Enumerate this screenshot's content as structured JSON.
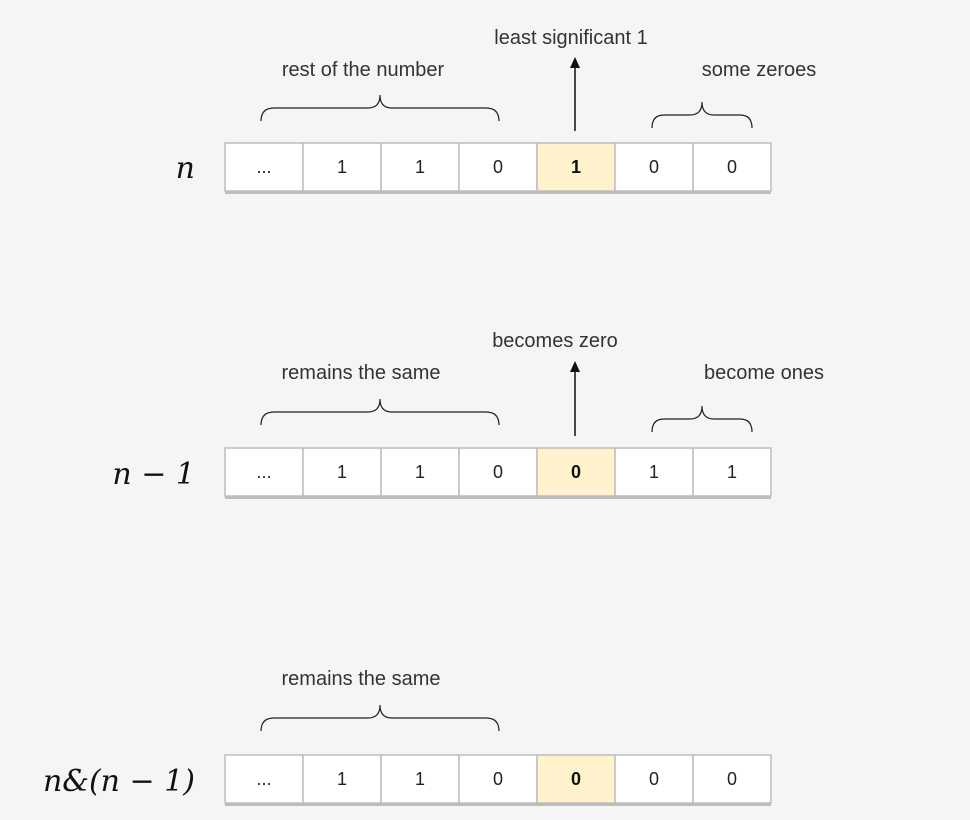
{
  "rows": [
    {
      "id": "n",
      "label": "n",
      "cells": [
        "...",
        "1",
        "1",
        "0",
        "1",
        "0",
        "0"
      ],
      "highlight_index": 4,
      "annotations": {
        "left_brace": "rest of the number",
        "arrow": "least significant 1",
        "right_brace": "some zeroes"
      }
    },
    {
      "id": "n-minus-1",
      "label": "n − 1",
      "cells": [
        "...",
        "1",
        "1",
        "0",
        "0",
        "1",
        "1"
      ],
      "highlight_index": 4,
      "annotations": {
        "left_brace": "remains the same",
        "arrow": "becomes zero",
        "right_brace": "become ones"
      }
    },
    {
      "id": "n-and-n-minus-1",
      "label": "n&(n − 1)",
      "cells": [
        "...",
        "1",
        "1",
        "0",
        "0",
        "0",
        "0"
      ],
      "highlight_index": 4,
      "annotations": {
        "left_brace": "remains the same"
      }
    }
  ],
  "colors": {
    "background": "#f5f5f5",
    "cell_fill": "#ffffff",
    "highlight_fill": "#fff2cc",
    "cell_border": "#bdbdbd",
    "text": "#222222"
  }
}
